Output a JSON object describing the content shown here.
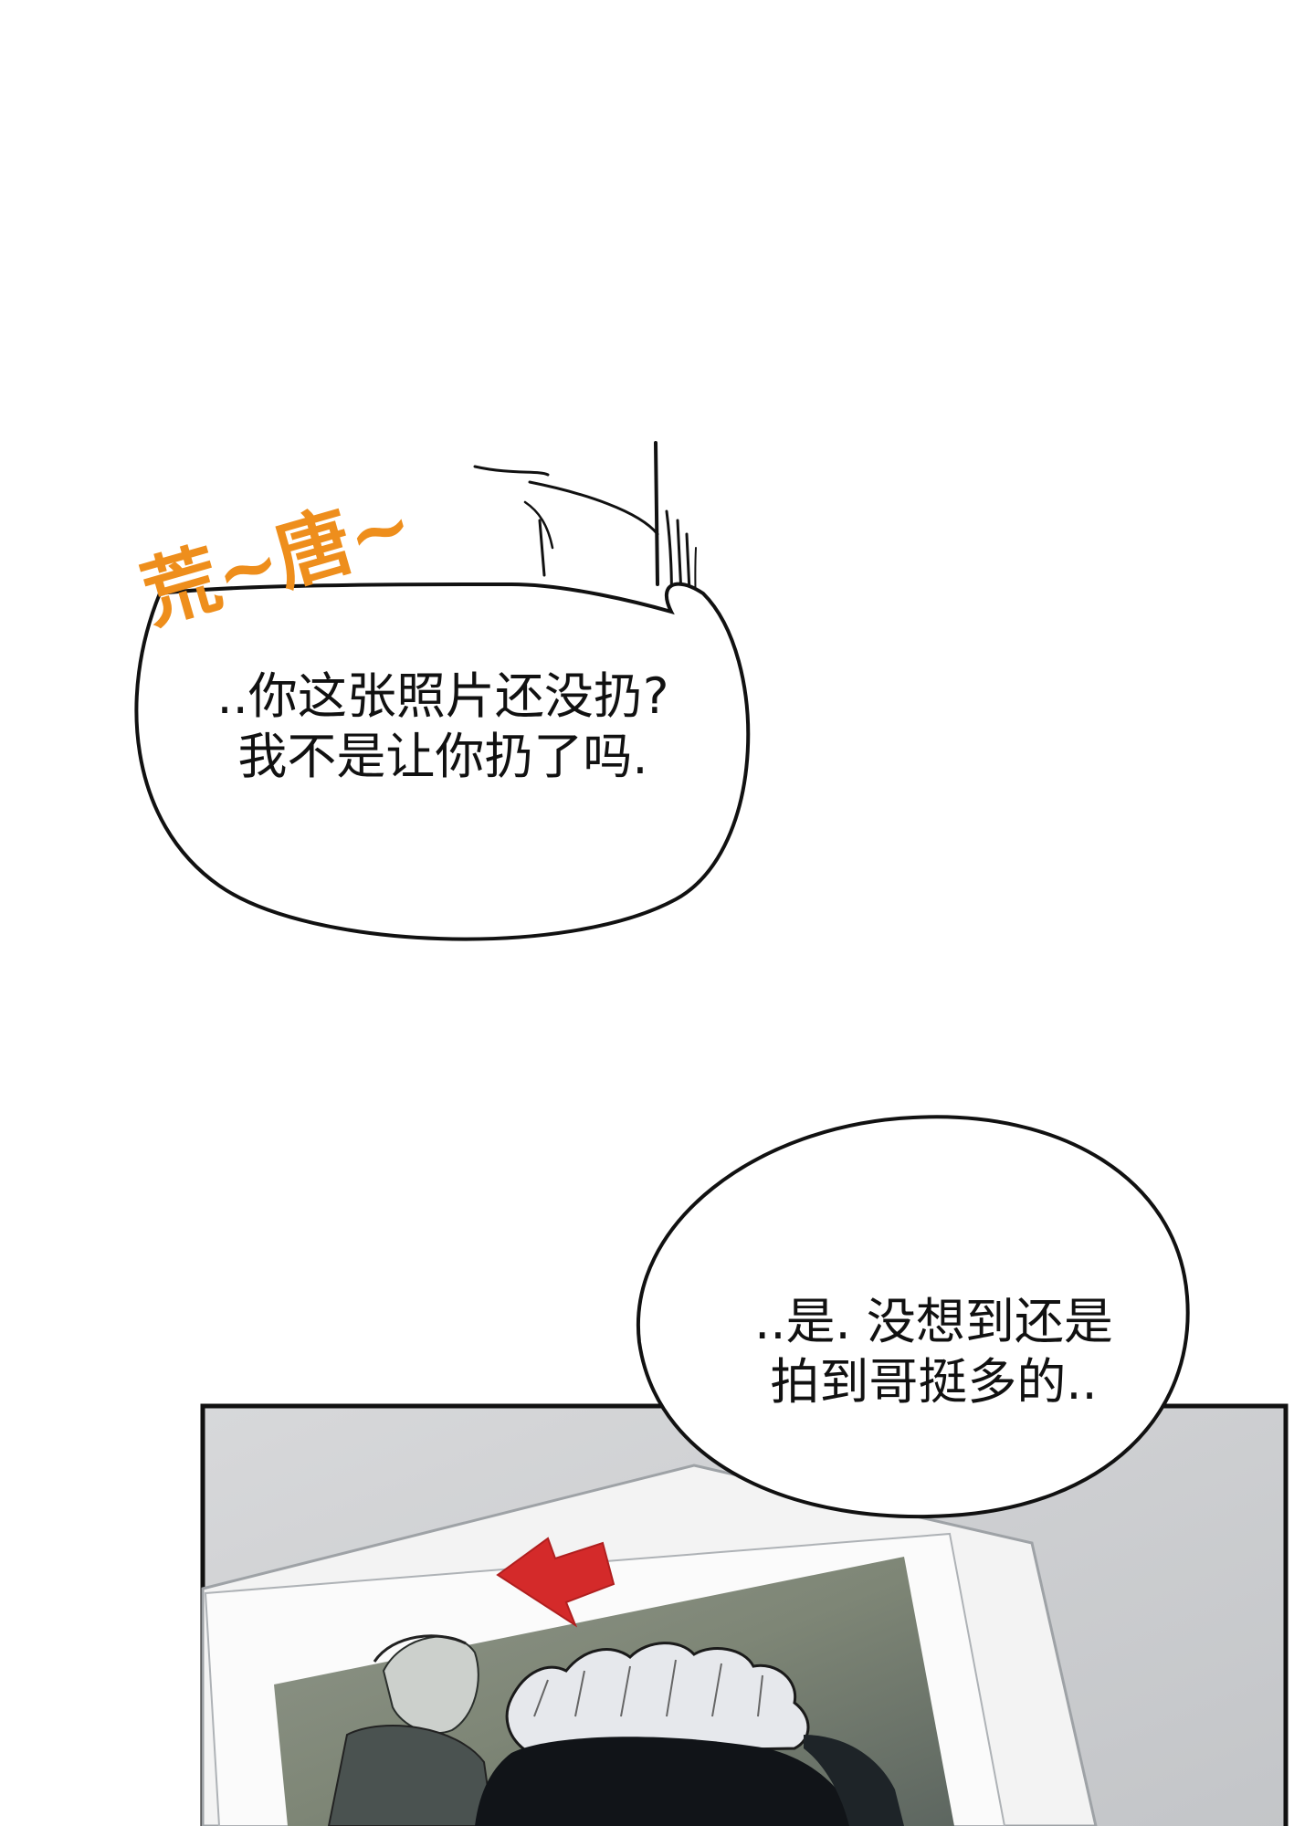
{
  "page": {
    "background": "#ffffff"
  },
  "panels": {
    "panel1": {
      "sound_effect": "荒~唐~",
      "sound_effect_color": "#ee8e1c",
      "bubble": {
        "line1": "..你这张照片还没扔?",
        "line2": "我不是让你扔了吗."
      }
    },
    "panel2": {
      "bubble": {
        "line1": "..是. 没想到还是",
        "line2": "拍到哥挺多的.."
      },
      "arrow_color": "#d42a2a",
      "artwork": "photo-of-maid-costume-character"
    }
  }
}
